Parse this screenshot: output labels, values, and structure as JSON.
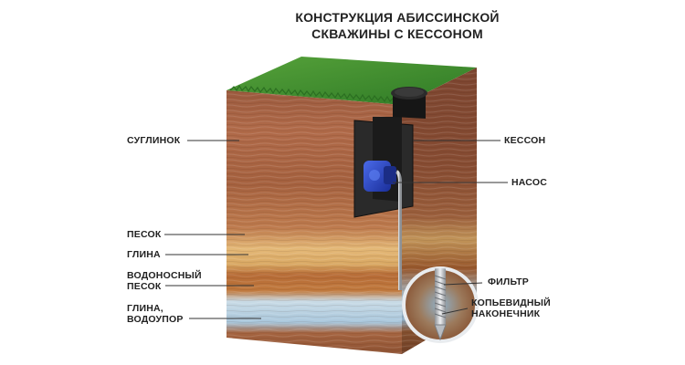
{
  "title": {
    "line1": "КОНСТРУКЦИЯ АБИССИНСКОЙ",
    "line2": "СКВАЖИНЫ С КЕССОНОМ"
  },
  "left_labels": {
    "loam": "СУГЛИНОК",
    "sand": "ПЕСОК",
    "clay": "ГЛИНА",
    "aquifer_line1": "ВОДОНОСНЫЙ",
    "aquifer_line2": "ПЕСОК",
    "aquitard_line1": "ГЛИНА,",
    "aquitard_line2": "ВОДОУПОР"
  },
  "right_labels": {
    "caisson": "КЕССОН",
    "pump": "НАСОС",
    "filter": "ФИЛЬТР",
    "tip_line1": "КОПЬЕВИДНЫЙ",
    "tip_line2": "НАКОНЕЧНИК"
  },
  "colors": {
    "grass": "#3e8a2e",
    "loam": "#a8674a",
    "sand": "#e2b36e",
    "clay": "#b7743f",
    "aquifer": "#b8d3e6",
    "aquitard": "#9c5a3a",
    "caisson": "#1a1a1a",
    "pump": "#2440b8",
    "pipe": "#c9ccd1"
  }
}
